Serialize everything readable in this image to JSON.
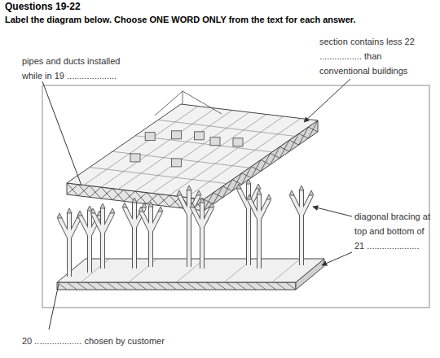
{
  "diagram": {
    "title": "Questions 19-22",
    "labels": [
      "Label the diagram below. Choose ONE WORD ONLY from the text for each answer.",
      "pipes and ducts installed while in 19 ....................",
      "section contains less 22 ................. than conventional buildings",
      "diagonal bracing at top and bottom of 21 .....................",
      "20 ................... chosen by customer"
    ]
  }
}
